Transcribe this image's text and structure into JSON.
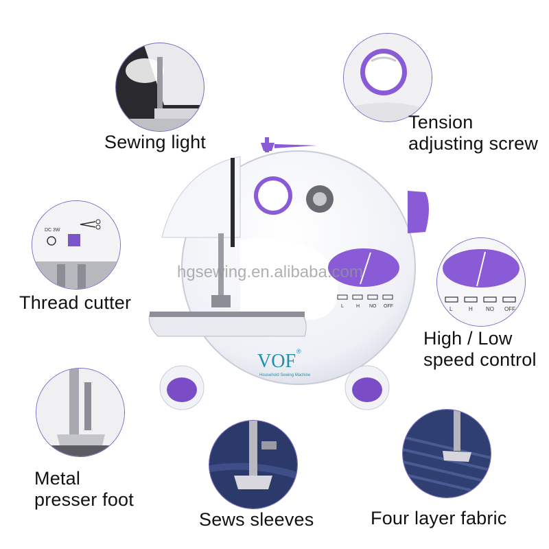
{
  "features": {
    "sewing_light": {
      "label": "Sewing light"
    },
    "tension": {
      "label_line1": "Tension",
      "label_line2": "adjusting screw"
    },
    "thread_cutter": {
      "label": "Thread cutter",
      "inset_text": "DC 3W"
    },
    "speed": {
      "label_line1": "High / Low",
      "label_line2": "speed control",
      "switch_labels": [
        "L",
        "H",
        "NO",
        "OFF"
      ]
    },
    "presser_foot": {
      "label_line1": "Metal",
      "label_line2": "presser foot"
    },
    "sleeves": {
      "label": "Sews sleeves"
    },
    "fabric": {
      "label": "Four layer fabric"
    }
  },
  "machine": {
    "brand": "VOF",
    "registered": "®",
    "subtitle": "Household Sewing Machine",
    "switch_labels": [
      "L",
      "H",
      "NO",
      "OFF"
    ]
  },
  "watermark": "hgsewing.en.alibaba.com",
  "colors": {
    "accent_purple": "#8a5bd6",
    "circle_border": "#7a6cc4",
    "denim": "#2b3a6b"
  }
}
